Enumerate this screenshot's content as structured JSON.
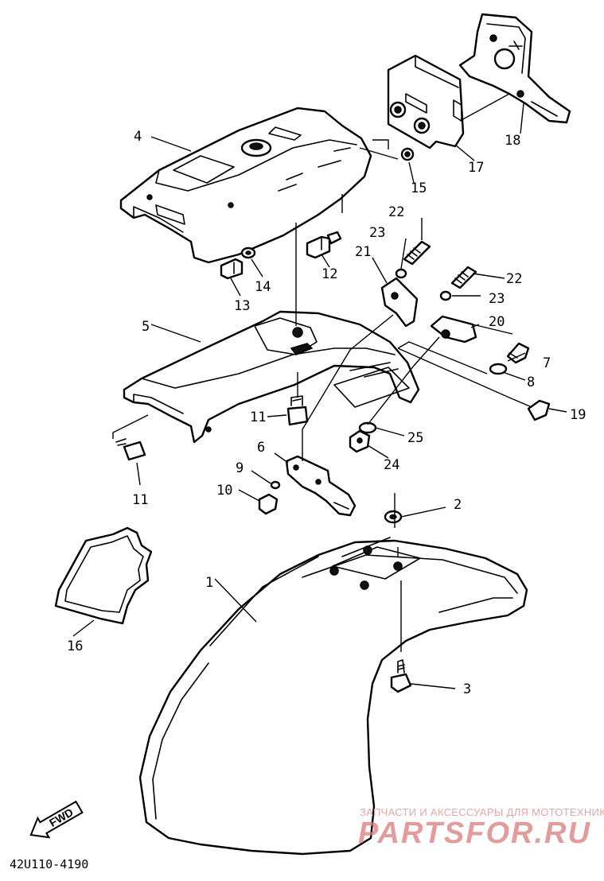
{
  "diagram": {
    "labels": {
      "p1": "1",
      "p2": "2",
      "p3": "3",
      "p4": "4",
      "p5": "5",
      "p6": "6",
      "p7": "7",
      "p8": "8",
      "p9": "9",
      "p10": "10",
      "p11a": "11",
      "p11b": "11",
      "p12": "12",
      "p13": "13",
      "p14": "14",
      "p15": "15",
      "p16": "16",
      "p17": "17",
      "p18": "18",
      "p19": "19",
      "p20": "20",
      "p21": "21",
      "p22a": "22",
      "p22b": "22",
      "p23a": "23",
      "p23b": "23",
      "p24": "24",
      "p25": "25"
    },
    "direction_label": "FWD",
    "drawing_code": "42U110-4190"
  },
  "watermark": {
    "tagline": "ЗАПЧАСТИ И АКСЕССУАРЫ ДЛЯ МОТОТЕХНИКИ",
    "logo": "PARTSFOR.RU",
    "color": "#d97c7c"
  }
}
